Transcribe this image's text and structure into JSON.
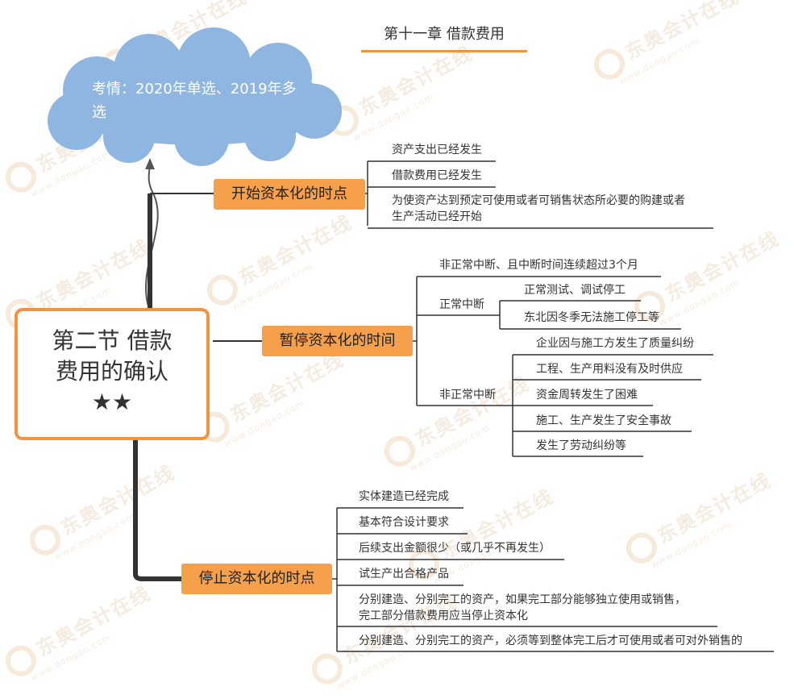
{
  "header": {
    "title": "第十一章 借款费用"
  },
  "cloud": {
    "text": "考情：2020年单选、2019年多选"
  },
  "root": {
    "line1": "第二节 借款",
    "line2": "费用的确认",
    "stars": "★★"
  },
  "branches": {
    "start": {
      "label": "开始资本化的时点",
      "items": [
        "资产支出已经发生",
        "借款费用已经发生",
        "为使资产达到预定可使用或者可销售状态所必要的购建或者",
        "生产活动已经开始"
      ]
    },
    "pause": {
      "label": "暂停资本化的时间",
      "abnormal_long": "非正常中断、且中断时间连续超过3个月",
      "normal": {
        "label": "正常中断",
        "items": [
          "正常测试、调试停工",
          "东北因冬季无法施工停工等"
        ]
      },
      "abnormal": {
        "label": "非正常中断",
        "items": [
          "企业因与施工方发生了质量纠纷",
          "工程、生产用料没有及时供应",
          "资金周转发生了困难",
          "施工、生产发生了安全事故",
          "发生了劳动纠纷等"
        ]
      }
    },
    "stop": {
      "label": "停止资本化的时点",
      "items": [
        "实体建造已经完成",
        "基本符合设计要求",
        "后续支出金额很少（或几乎不再发生）",
        "试生产出合格产品",
        "分别建造、分别完工的资产，如果完工部分能够独立使用或销售，",
        "完工部分借款费用应当停止资本化",
        "分别建造、分别完工的资产，必须等到整体完工后才可使用或者可对外销售的"
      ]
    }
  },
  "watermark": {
    "brand": "东奥会计在线",
    "url": "www.dongao.com"
  },
  "colors": {
    "accent": "#f5923e",
    "branch_fill": "#f7a04c",
    "cloud": "#8fb6e0",
    "line": "#333333"
  }
}
